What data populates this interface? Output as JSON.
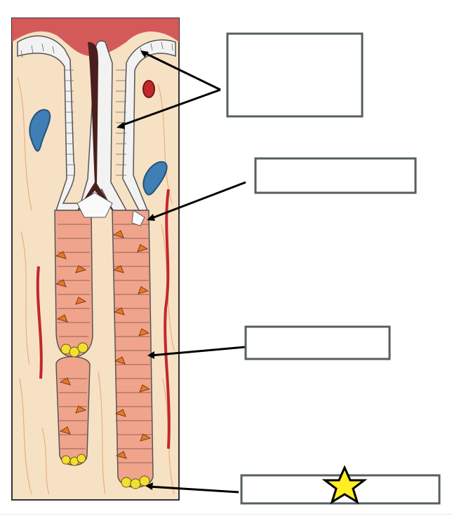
{
  "diagram": {
    "colors": {
      "stroma": "#f7e1c4",
      "stroma_fiber": "#e9a878",
      "surface_epithelium": "#f2f2f2",
      "cell_outline": "#555555",
      "lumen": "#4a1e1e",
      "gland_cell": "#f0a48c",
      "parietal_cell": "#e8782a",
      "chief_cell": "#f2e030",
      "vein": "#3f7fb5",
      "artery": "#c0282c",
      "mucosa_top": "#d45a5a",
      "label_border": "#555f5f",
      "pointer": "#000000",
      "star_fill": "#ffee22"
    },
    "labels": [
      {
        "id": "surface-mucous-cells-label",
        "text": ""
      },
      {
        "id": "mucous-neck-cells-label",
        "text": ""
      },
      {
        "id": "parietal-cells-label",
        "text": ""
      },
      {
        "id": "chief-cells-label",
        "text": ""
      }
    ],
    "icons": [
      "star-icon"
    ]
  }
}
